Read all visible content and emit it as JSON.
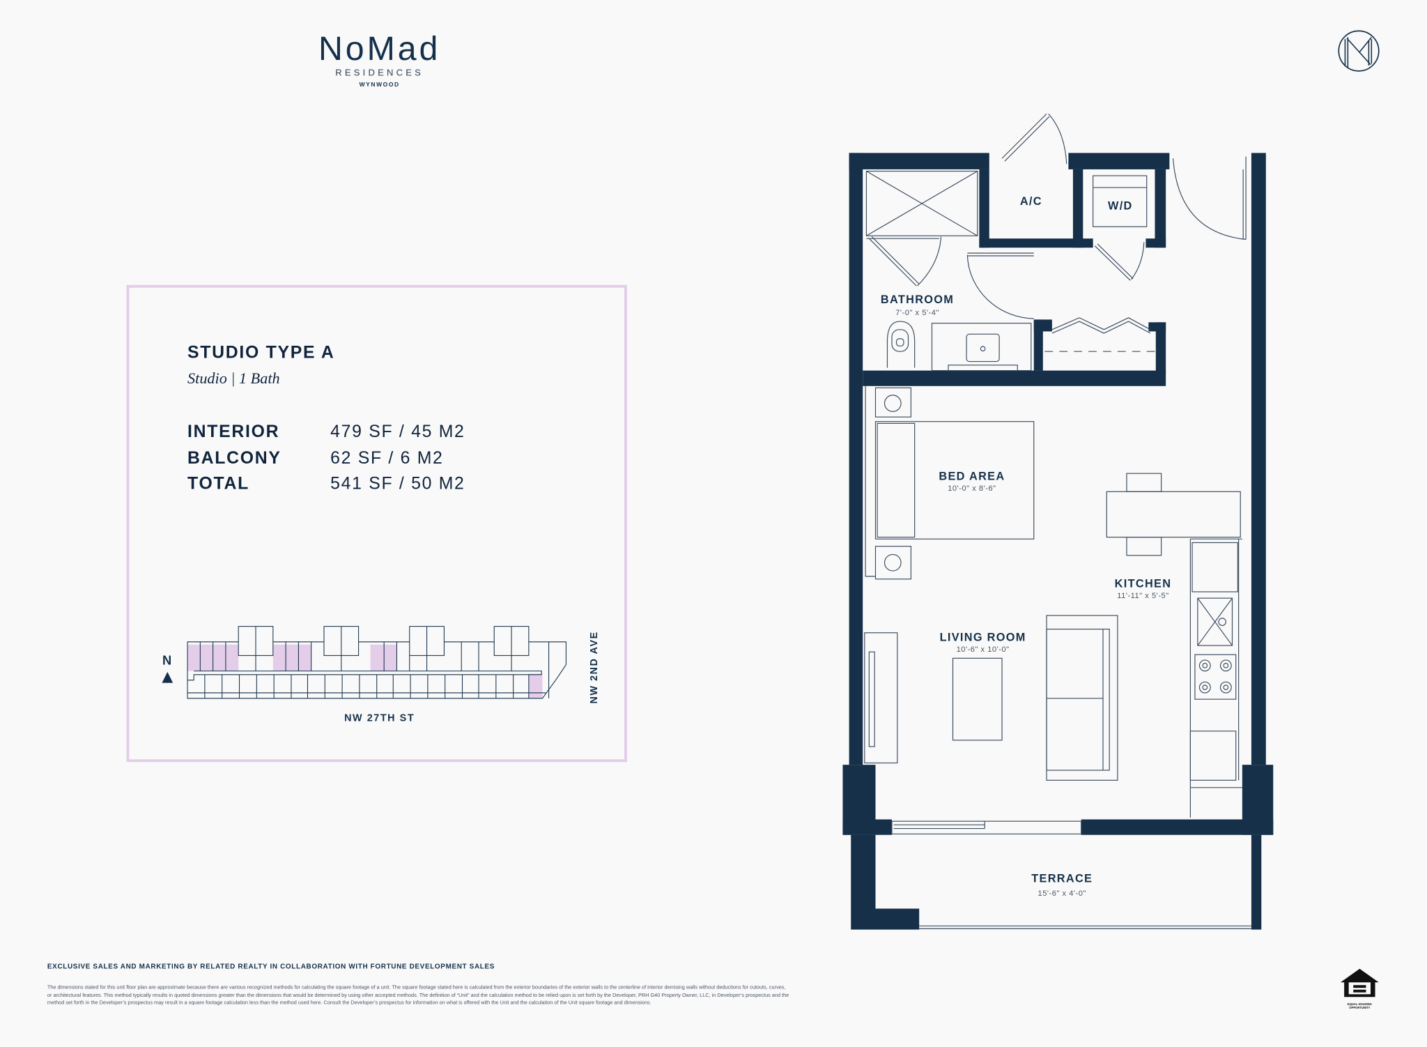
{
  "brand": {
    "name": "NoMad",
    "sub": "RESIDENCES",
    "location": "WYNWOOD"
  },
  "unit": {
    "title": "STUDIO TYPE A",
    "subtitle": "Studio | 1 Bath",
    "areas": [
      {
        "label": "INTERIOR",
        "value": "479 SF / 45 M2"
      },
      {
        "label": "BALCONY",
        "value": "62 SF / 6 M2"
      },
      {
        "label": "TOTAL",
        "value": "541 SF / 50 M2"
      }
    ]
  },
  "key_plan": {
    "north": "N",
    "street_bottom": "NW 27TH ST",
    "street_right": "NW 2ND AVE"
  },
  "rooms": {
    "bathroom": {
      "name": "BATHROOM",
      "dim": "7'-0\" x 5'-4\""
    },
    "ac": {
      "name": "A/C"
    },
    "wd": {
      "name": "W/D"
    },
    "bed": {
      "name": "BED AREA",
      "dim": "10'-0\" x 8'-6\""
    },
    "kitchen": {
      "name": "KITCHEN",
      "dim": "11'-11\" x 5'-5\""
    },
    "living": {
      "name": "LIVING ROOM",
      "dim": "10'-6\" x 10'-0\""
    },
    "terrace": {
      "name": "TERRACE",
      "dim": "15'-6\" x 4'-0\""
    }
  },
  "footer": {
    "sales": "EXCLUSIVE SALES AND MARKETING BY RELATED REALTY IN COLLABORATION WITH FORTUNE DEVELOPMENT SALES",
    "disclaimer": "The dimensions stated for this unit floor plan are approximate because there are various recognized methods for calculating the square footage of a unit.  The square footage stated here is calculated from the exterior boundaries of the exterior walls to the centerline of interior demising walls without deductions for cutouts, curves, or architectural features. This method typically results in quoted dimensions greater than the dimensions that would be determined by using other accepted methods. The definition of “Unit” and the calculation method to be relied upon is set forth by the Developer, PRH G40 Property Owner, LLC, in Developer’s prospectus and the method set forth in the Developer’s prospectus may result in a square footage calculation less than the method used here. Consult the Developer’s prospectus for information on what is offered with the Unit and the calculation of the Unit square footage and dimensions.",
    "eho": "EQUAL HOUSING OPPORTUNITY"
  },
  "colors": {
    "wall": "#163049",
    "accent": "#e3cde9",
    "text": "#14304a"
  }
}
